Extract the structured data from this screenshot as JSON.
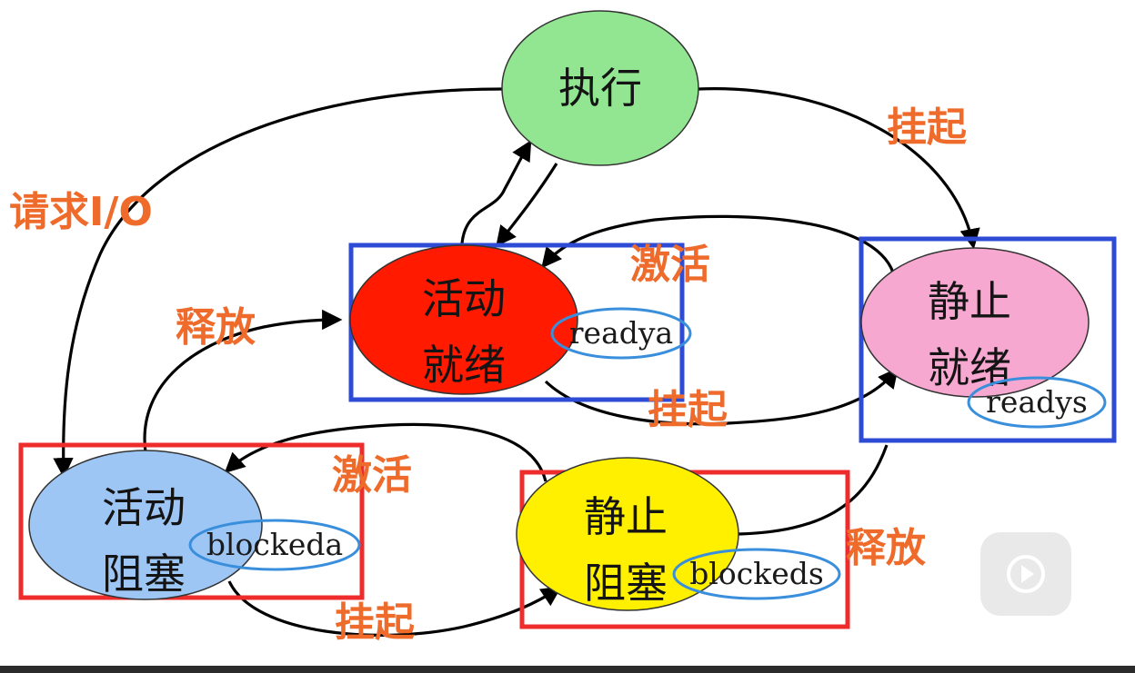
{
  "states": {
    "running": {
      "lines": [
        "执行"
      ],
      "color": "#92e692"
    },
    "active_ready": {
      "lines": [
        "活动",
        "就绪"
      ],
      "color": "#ff1a00",
      "tag": "readya"
    },
    "static_ready": {
      "lines": [
        "静止",
        "就绪"
      ],
      "color": "#f7a8d0",
      "tag": "readys"
    },
    "active_blocked": {
      "lines": [
        "活动",
        "阻塞"
      ],
      "color": "#9ec6f5",
      "tag": "blockeda"
    },
    "static_blocked": {
      "lines": [
        "静止",
        "阻塞"
      ],
      "color": "#fff000",
      "tag": "blockeds"
    }
  },
  "edges": [
    {
      "from": "running",
      "to": "static_ready",
      "label": "挂起"
    },
    {
      "from": "running",
      "to": "active_blocked",
      "label": "请求I/O"
    },
    {
      "from": "static_ready",
      "to": "active_ready",
      "label": "激活"
    },
    {
      "from": "active_ready",
      "to": "static_ready",
      "label": "挂起"
    },
    {
      "from": "active_blocked",
      "to": "active_ready",
      "label": "释放"
    },
    {
      "from": "static_blocked",
      "to": "active_blocked",
      "label": "激活"
    },
    {
      "from": "active_blocked",
      "to": "static_blocked",
      "label": "挂起"
    },
    {
      "from": "static_blocked",
      "to": "static_ready",
      "label": "释放"
    },
    {
      "from": "running",
      "to": "active_ready",
      "label": ""
    },
    {
      "from": "active_ready",
      "to": "running",
      "label": ""
    }
  ],
  "highlight_colors": {
    "blue_box": "#2e4bd6",
    "red_box": "#ee2c2c",
    "tag_ellipse": "#3a8fdc"
  },
  "overlay": {
    "icon": "play-icon"
  }
}
